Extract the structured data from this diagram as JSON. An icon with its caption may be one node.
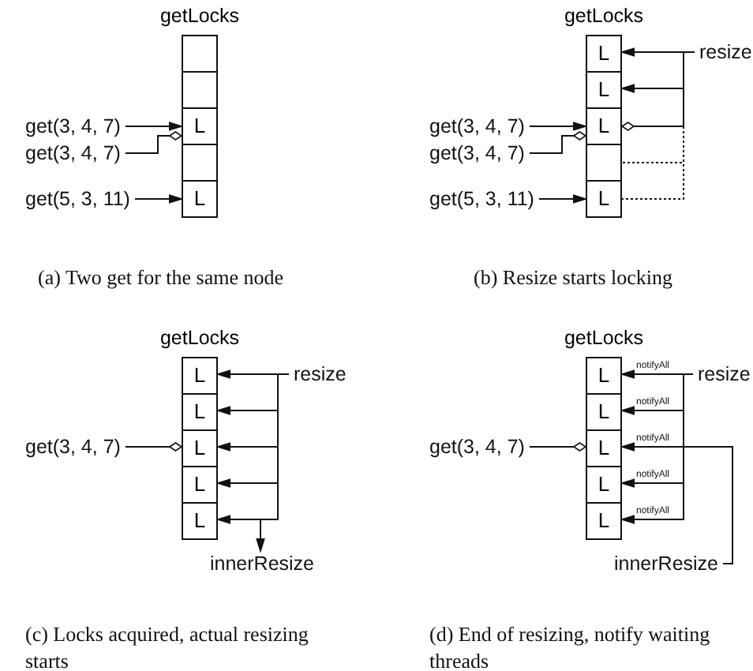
{
  "diagram": {
    "nodes": [
      {
        "text": [
          "getLocks"
        ]
      },
      {
        "text": [],
        "shape": "box",
        "in": 0
      },
      {
        "text": [],
        "shape": "box",
        "in": 0
      },
      {
        "text": [
          "L"
        ],
        "in": 0
      },
      {
        "text": [],
        "shape": "box",
        "in": 0
      },
      {
        "text": [
          "L"
        ],
        "in": 0
      },
      {
        "text": [
          "get(3, 4, 7)"
        ]
      },
      {
        "text": [
          "get(3, 4, 7)"
        ]
      },
      {
        "text": [
          "get(5, 3, 11)"
        ]
      },
      {
        "text": [
          "getLocks"
        ]
      },
      {
        "text": [
          "L"
        ],
        "in": 9
      },
      {
        "text": [
          "L"
        ],
        "in": 9
      },
      {
        "text": [
          "L"
        ],
        "in": 9
      },
      {
        "text": [],
        "shape": "box",
        "in": 9
      },
      {
        "text": [
          "L"
        ],
        "in": 9
      },
      {
        "text": [
          "get(3, 4, 7)"
        ]
      },
      {
        "text": [
          "get(3, 4, 7)"
        ]
      },
      {
        "text": [
          "get(5, 3, 11)"
        ]
      },
      {
        "text": [
          "resize"
        ]
      },
      {
        "text": [
          "getLocks"
        ]
      },
      {
        "text": [
          "L"
        ],
        "in": 19
      },
      {
        "text": [
          "L"
        ],
        "in": 19
      },
      {
        "text": [
          "L"
        ],
        "in": 19
      },
      {
        "text": [
          "L"
        ],
        "in": 19
      },
      {
        "text": [
          "L"
        ],
        "in": 19
      },
      {
        "text": [
          "get(3, 4, 7)"
        ]
      },
      {
        "text": [
          "resize"
        ]
      },
      {
        "text": [
          "innerResize"
        ]
      },
      {
        "text": [
          "getLocks"
        ]
      },
      {
        "text": [
          "L"
        ],
        "in": 28
      },
      {
        "text": [
          "L"
        ],
        "in": 28
      },
      {
        "text": [
          "L"
        ],
        "in": 28
      },
      {
        "text": [
          "L"
        ],
        "in": 28
      },
      {
        "text": [
          "L"
        ],
        "in": 28
      },
      {
        "text": [
          "get(3, 4, 7)"
        ]
      },
      {
        "text": [
          "resize"
        ]
      },
      {
        "text": [
          "innerResize"
        ]
      }
    ],
    "edges": [
      {
        "from": 6,
        "to": 3,
        "arrow": "to"
      },
      {
        "from": 7,
        "to": 3,
        "arrow": "other"
      },
      {
        "from": 8,
        "to": 5,
        "arrow": "to"
      },
      {
        "from": 15,
        "to": 12,
        "arrow": "to"
      },
      {
        "from": 16,
        "to": 12,
        "arrow": "other"
      },
      {
        "from": 17,
        "to": 14,
        "arrow": "to"
      },
      {
        "from": 18,
        "to": 10,
        "arrow": "to"
      },
      {
        "from": 18,
        "to": 11,
        "arrow": "to"
      },
      {
        "from": 18,
        "to": 12,
        "arrow": "other"
      },
      {
        "from": 18,
        "to": 13,
        "arrow": "none",
        "style": "dashed"
      },
      {
        "from": 18,
        "to": 14,
        "arrow": "none",
        "style": "dashed"
      },
      {
        "from": 25,
        "to": 22,
        "arrow": "other"
      },
      {
        "from": 26,
        "to": 20,
        "arrow": "to"
      },
      {
        "from": 26,
        "to": 21,
        "arrow": "to"
      },
      {
        "from": 26,
        "to": 22,
        "arrow": "to"
      },
      {
        "from": 26,
        "to": 23,
        "arrow": "to"
      },
      {
        "from": 26,
        "to": 24,
        "arrow": "to"
      },
      {
        "from": 26,
        "to": 27,
        "arrow": "to"
      },
      {
        "from": 34,
        "to": 31,
        "arrow": "other"
      },
      {
        "from": 35,
        "to": 29,
        "arrow": "to",
        "label": "notifyAll"
      },
      {
        "from": 35,
        "to": 30,
        "arrow": "to",
        "label": "notifyAll"
      },
      {
        "from": 36,
        "to": 31,
        "arrow": "to",
        "label": "notifyAll"
      },
      {
        "from": 35,
        "to": 32,
        "arrow": "to",
        "label": "notifyAll"
      },
      {
        "from": 35,
        "to": 33,
        "arrow": "to",
        "label": "notifyAll"
      }
    ],
    "labels": [
      "(a) Two get for the same node",
      "(b) Resize starts locking",
      "(c) Locks acquired, actual resizing starts",
      "(d) End of resizing, notify waiting threads"
    ]
  }
}
